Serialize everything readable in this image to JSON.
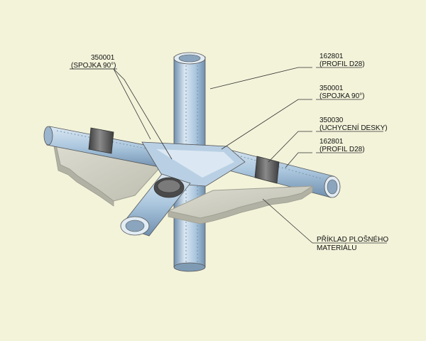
{
  "colors": {
    "background": "#f3f3da",
    "tube": "#a9c5dd",
    "tube_light": "#dbe8f3",
    "tube_dark": "#6f8fae",
    "plate": "#cfcfc2",
    "plate_edge": "#9e9e92",
    "clamp": "#585858",
    "leader": "#333333"
  },
  "labels": {
    "spojka_left": {
      "code": "350001",
      "name": "(SPOJKA 90°)"
    },
    "profil_top": {
      "code": "162801",
      "name": "(PROFIL D28)"
    },
    "spojka_right": {
      "code": "350001",
      "name": "(SPOJKA 90°)"
    },
    "uchyceni": {
      "code": "350030",
      "name": "(UCHYCENÍ DESKY)"
    },
    "profil_right": {
      "code": "162801",
      "name": "(PROFIL D28)"
    },
    "material": {
      "line1": "PŘÍKLAD PLOŠNÉHO",
      "line2": "MATERIÁLU"
    }
  }
}
